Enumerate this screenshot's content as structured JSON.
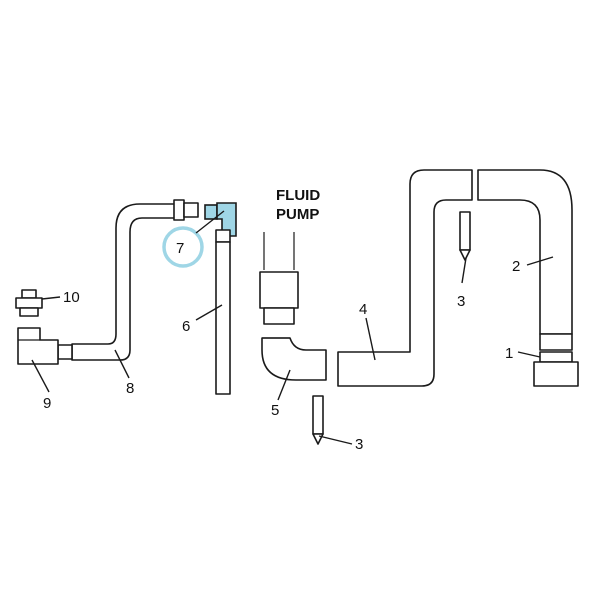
{
  "title_lines": [
    "FLUID",
    "PUMP"
  ],
  "callouts": {
    "c1": "1",
    "c2": "2",
    "c3a": "3",
    "c3b": "3",
    "c4": "4",
    "c5": "5",
    "c6": "6",
    "c7": "7",
    "c8": "8",
    "c9": "9",
    "c10": "10"
  },
  "highlight": {
    "part": "7",
    "color": "#9fd6e6"
  }
}
